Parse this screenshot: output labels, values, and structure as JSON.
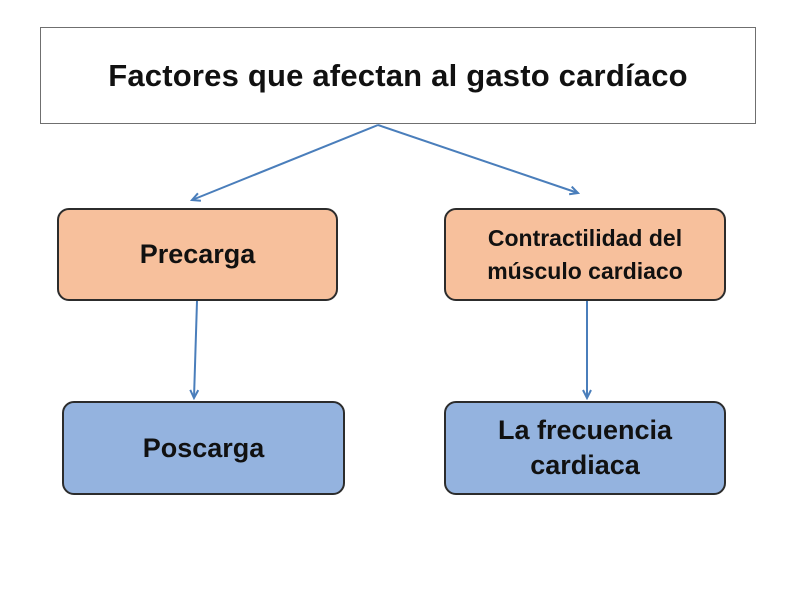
{
  "diagram": {
    "title": "Factores que afectan al gasto cardíaco",
    "nodes": {
      "precarga": "Precarga",
      "contractilidad": "Contractilidad del\nmúsculo cardiaco",
      "poscarga": "Poscarga",
      "frecuencia": "La frecuencia\ncardiaca"
    },
    "edges": [
      {
        "from": "title",
        "to": "precarga"
      },
      {
        "from": "title",
        "to": "contractilidad"
      },
      {
        "from": "precarga",
        "to": "poscarga"
      },
      {
        "from": "contractilidad",
        "to": "frecuencia"
      }
    ],
    "colors": {
      "orange_box": "#f7c09c",
      "blue_box": "#94b3df",
      "arrow": "#4a7ebb",
      "border": "#2c2c2c"
    }
  }
}
